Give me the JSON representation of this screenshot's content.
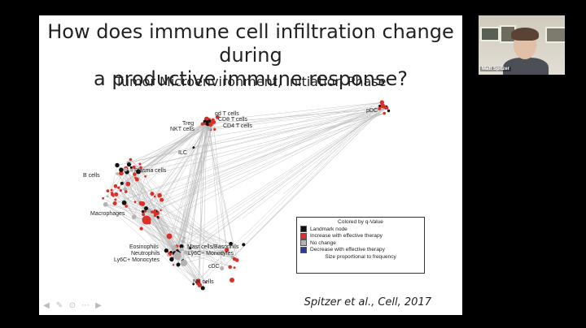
{
  "slide": {
    "title_line1": "How does immune cell infiltration change during",
    "title_line2": "a productive immune response?",
    "subtitle": "Tumor Microenvironment, Initiation Phase",
    "citation": "Spitzer et al., Cell, 2017",
    "node_labels": {
      "gd_t": "gd T cells",
      "cd8_t": "CD8 T cells",
      "treg": "Treg",
      "cd4_t": "CD4 T cells",
      "nkt": "NKT cells",
      "pdc": "pDC",
      "ilc": "ILC",
      "plasma": "Plasma cells",
      "bcells": "B cells",
      "macrophages": "Macrophages",
      "eosinophils": "Eosinophils",
      "mast_basophils": "Mast cells/Basophils",
      "neutrophils": "Neutrophils",
      "ly6c_neg": "Ly6C− Monocytes",
      "ly6c_pos": "Ly6C+ Monocytes",
      "cdc": "cDC",
      "nk": "NK cells"
    },
    "legend": {
      "title": "Colored by q-Value",
      "items": [
        {
          "label": "Landmark node",
          "color": "#111111"
        },
        {
          "label": "Increase with effective therapy",
          "color": "#d9302a"
        },
        {
          "label": "No change",
          "color": "#b3b3b3"
        },
        {
          "label": "Decrease with effective therapy",
          "color": "#2b3b9c"
        }
      ],
      "note": "Size proportional to frequency"
    }
  },
  "toolbar": {
    "back_icon": "arrow-left-icon",
    "pen_icon": "pen-icon",
    "zoom_icon": "zoom-icon",
    "more_icon": "more-icon",
    "forward_icon": "arrow-right-icon"
  },
  "participant": {
    "name": "Matt Spitzer"
  }
}
